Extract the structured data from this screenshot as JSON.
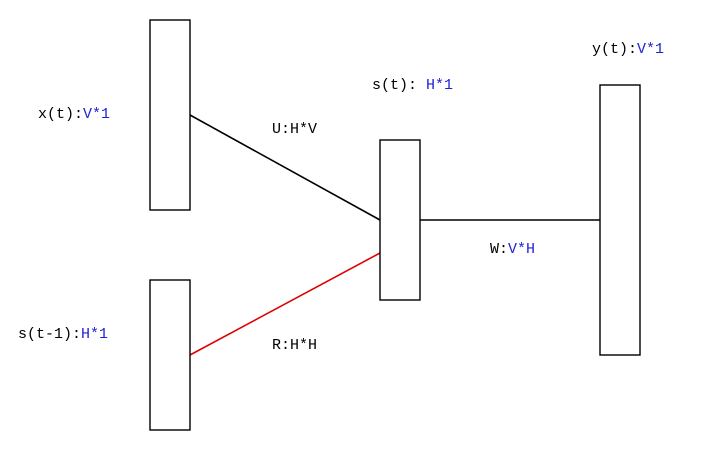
{
  "diagram": {
    "colors": {
      "stroke": "#000000",
      "recurrent_edge": "#e00000",
      "dimension_text": "#1f1fd6"
    },
    "nodes": {
      "input": {
        "name": "x(t):",
        "dim": "V*1"
      },
      "prev_state": {
        "name": "s(t-1):",
        "dim": "H*1"
      },
      "state": {
        "name": "s(t): ",
        "dim": "H*1"
      },
      "output": {
        "name": "y(t):",
        "dim": "V*1"
      }
    },
    "edges": {
      "input_to_state": {
        "label": "U:H*V"
      },
      "prev_state_to_state": {
        "label": "R:H*H"
      },
      "state_to_output": {
        "name": "W:",
        "dim": "V*H"
      }
    }
  }
}
